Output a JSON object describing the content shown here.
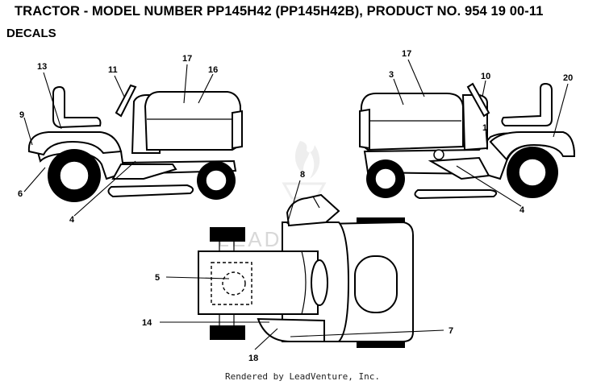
{
  "header": {
    "title": "TRACTOR - MODEL NUMBER PP145H42 (PP145H42B), PRODUCT NO. 954 19 00-11",
    "subtitle": "DECALS"
  },
  "watermark": {
    "text": "LEADVENTURE"
  },
  "footer": {
    "text": "Rendered by LeadVenture, Inc."
  },
  "callouts": {
    "c13": "13",
    "c11": "11",
    "c17a": "17",
    "c16": "16",
    "c9": "9",
    "c6": "6",
    "c4a": "4",
    "c17b": "17",
    "c3": "3",
    "c10": "10",
    "c20": "20",
    "c1": "1",
    "c4b": "4",
    "c8": "8",
    "c5": "5",
    "c14": "14",
    "c18": "18",
    "c7": "7"
  }
}
